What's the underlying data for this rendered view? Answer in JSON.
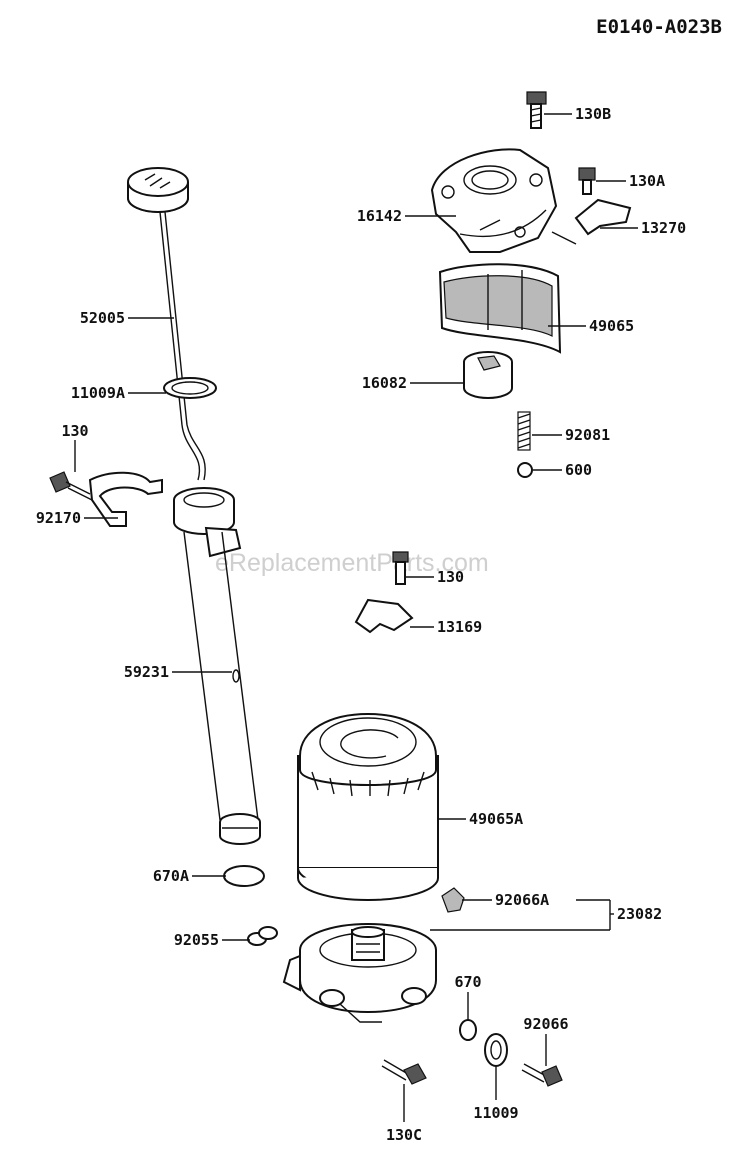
{
  "diagram_code": "E0140-A023B",
  "watermark": "eReplacementParts.com",
  "labels": {
    "p130b": "130B",
    "p130a": "130A",
    "p16142": "16142",
    "p13270": "13270",
    "p52005": "52005",
    "p49065": "49065",
    "p11009a": "11009A",
    "p16082": "16082",
    "p130_left": "130",
    "p92081": "92081",
    "p600": "600",
    "p92170": "92170",
    "p130_mid": "130",
    "p13169": "13169",
    "p59231": "59231",
    "p49065a": "49065A",
    "p670a": "670A",
    "p92066a": "92066A",
    "p23082": "23082",
    "p92055": "92055",
    "p670": "670",
    "p92066": "92066",
    "p130c": "130C",
    "p11009": "11009"
  }
}
